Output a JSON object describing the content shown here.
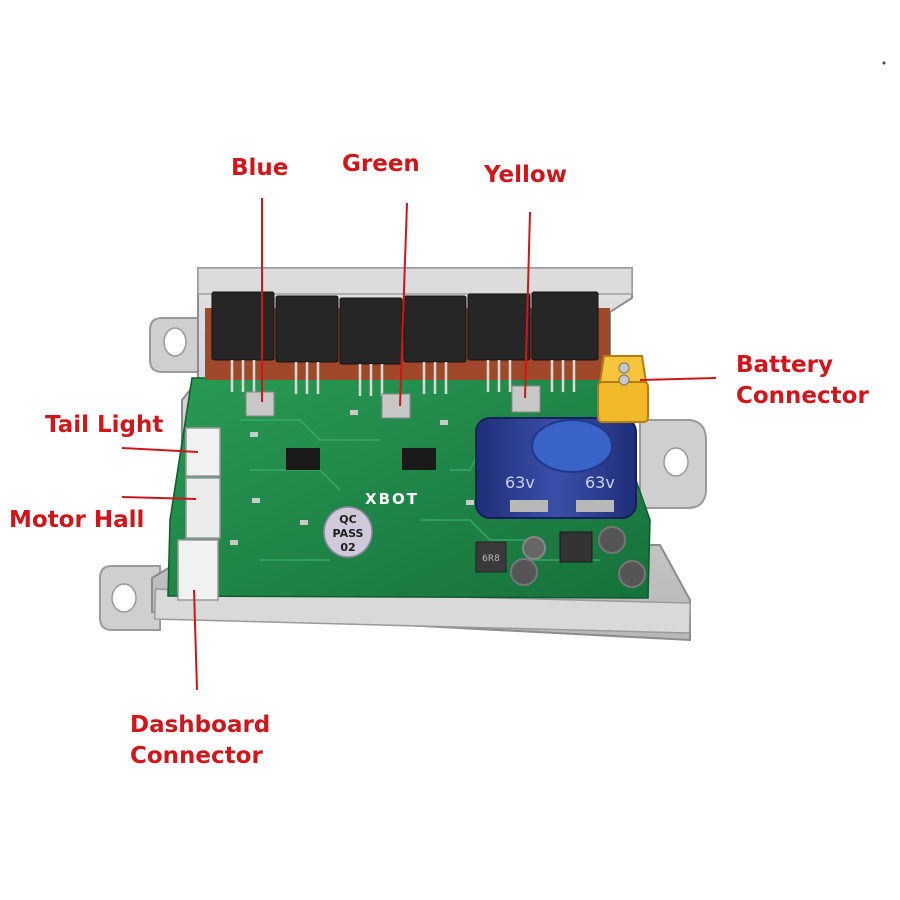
{
  "board": {
    "brand_text": "XBOT",
    "qc_sticker": [
      "QC",
      "PASS",
      "02"
    ],
    "capacitor_text": "63v",
    "inductor_text": "6R8"
  },
  "labels": {
    "blue": "Blue",
    "green": "Green",
    "yellow": "Yellow",
    "battery": [
      "Battery",
      "Connector"
    ],
    "tail_light": "Tail Light",
    "motor_hall": "Motor Hall",
    "dashboard": [
      "Dashboard",
      "Connector"
    ]
  },
  "colors": {
    "label_red": "#d0161b",
    "pcb_green": "#1f8a4c",
    "connector_yellow": "#f1b82a",
    "capacitor_blue": "#2c3e92",
    "housing_silver": "#c8c8c8"
  }
}
